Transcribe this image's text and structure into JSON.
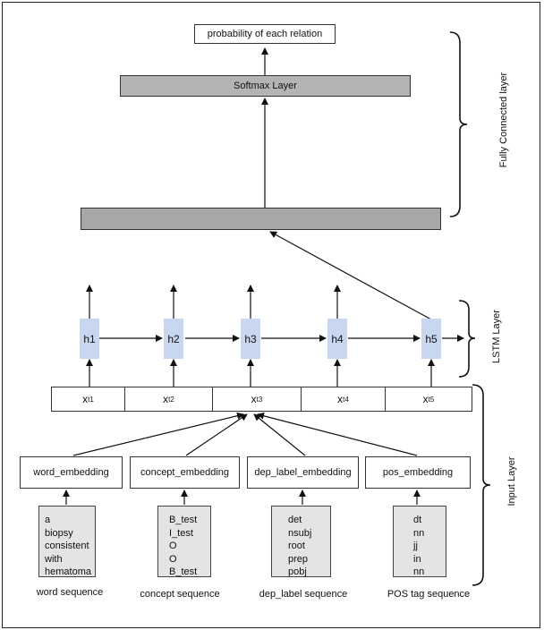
{
  "output_label": "probability of each relation",
  "softmax_label": "Softmax Layer",
  "hidden_states": [
    "h1",
    "h2",
    "h3",
    "h4",
    "h5"
  ],
  "inputs": [
    {
      "base": "x",
      "sub": "t1"
    },
    {
      "base": "x",
      "sub": "t2"
    },
    {
      "base": "x",
      "sub": "t3"
    },
    {
      "base": "x",
      "sub": "t4"
    },
    {
      "base": "x",
      "sub": "t5"
    }
  ],
  "embeddings": [
    "word_embedding",
    "concept_embedding",
    "dep_label_embedding",
    "pos_embedding"
  ],
  "sequences": [
    {
      "tokens": [
        "a",
        "biopsy",
        "consistent",
        "with",
        "hematoma"
      ],
      "caption": "word sequence"
    },
    {
      "tokens": [
        "B_test",
        "I_test",
        "O",
        "O",
        "B_test"
      ],
      "caption": "concept sequence"
    },
    {
      "tokens": [
        "det",
        "nsubj",
        "root",
        "prep",
        "pobj"
      ],
      "caption": "dep_label sequence"
    },
    {
      "tokens": [
        "dt",
        "nn",
        "jj",
        "in",
        "nn"
      ],
      "caption": "POS tag sequence"
    }
  ],
  "layer_labels": {
    "fully_connected": "Fully Connected layer",
    "lstm": "LSTM Layer",
    "input": "Input Layer"
  },
  "colors": {
    "hidden_fill": "#c9d6ef",
    "softmax_fill": "#b4b4b4",
    "fc_fill": "#a7a7a7",
    "sequence_fill": "#e4e4e4"
  }
}
